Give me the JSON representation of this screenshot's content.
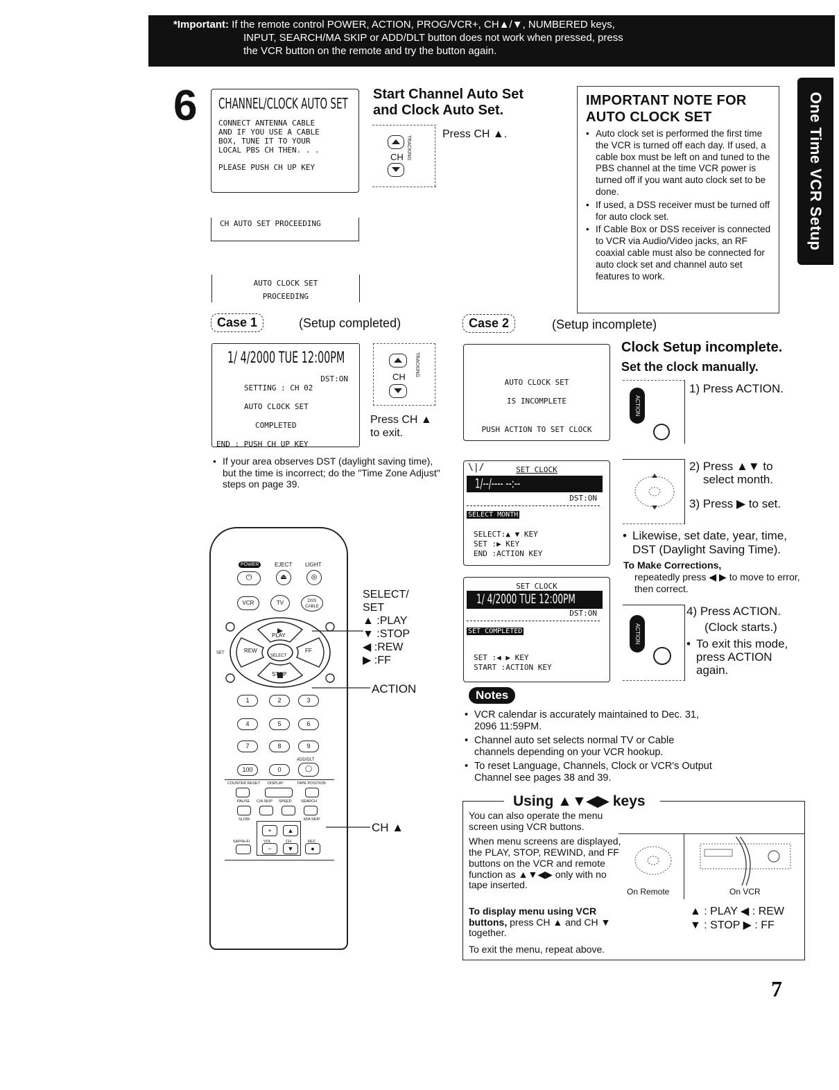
{
  "banner": {
    "label": "*Important:",
    "line1": "If the remote control POWER, ACTION, PROG/VCR+, CH▲/▼, NUMBERED keys,",
    "line2": "INPUT, SEARCH/MA SKIP or ADD/DLT button does not work when pressed, press",
    "line3": "the VCR button on the remote and try the button again."
  },
  "step": {
    "number": "6",
    "screen1": {
      "title": "CHANNEL/CLOCK AUTO SET",
      "line1": "CONNECT ANTENNA CABLE",
      "line2": "AND IF YOU USE A CABLE",
      "line3": "BOX, TUNE IT TO YOUR",
      "line4": "LOCAL PBS CH    THEN. . .",
      "line5": "PLEASE PUSH CH UP KEY"
    },
    "screen2": "CH AUTO SET PROCEEDING",
    "screen3": {
      "line1": "AUTO CLOCK SET",
      "line2": "PROCEEDING"
    },
    "heading1": "Start Channel Auto Set",
    "heading2": "and Clock Auto Set.",
    "press_ch": "Press CH ▲.",
    "ch_label": "CH",
    "tracking_label": "TRACKING"
  },
  "note": {
    "title1": "IMPORTANT NOTE FOR",
    "title2": "AUTO CLOCK SET",
    "items": [
      "Auto clock set is performed the first time the VCR is turned off each day. If used, a cable box must be left on and tuned to the PBS channel at the time VCR power is turned off if you want auto clock set to be done.",
      "If used, a DSS receiver must be turned off for auto clock set.",
      "If Cable Box or DSS receiver is connected to VCR via Audio/Video jacks, an RF coaxial cable must also be connected for auto clock set and channel auto set features to work."
    ]
  },
  "side_tab": "One Time VCR Setup",
  "case1": {
    "label": "Case 1",
    "desc": "(Setup completed)",
    "screen": {
      "date": "1/ 4/2000 TUE 12:00PM",
      "dst": "DST:ON",
      "setting": "SETTING : CH 02",
      "line1": "AUTO CLOCK SET",
      "line2": "COMPLETED",
      "end": "END  : PUSH CH UP KEY"
    },
    "press": "Press CH ▲",
    "press2": "to exit.",
    "dst_note": "If your area observes DST (daylight saving time), but the time is incorrect; do the \"Time Zone Adjust\" steps on page 39."
  },
  "case2": {
    "label": "Case 2",
    "desc": "(Setup incomplete)",
    "screen1": {
      "line1": "AUTO CLOCK SET",
      "line2": "IS INCOMPLETE",
      "line3": "PUSH ACTION TO SET CLOCK"
    },
    "screen2": {
      "title": "SET CLOCK",
      "field": "1/--/----     --:--",
      "dst": "DST:ON",
      "status": "SELECT MONTH",
      "k1": "SELECT:▲ ▼ KEY",
      "k2": "SET    :▶ KEY",
      "k3": "END    :ACTION KEY"
    },
    "screen3": {
      "title": "SET CLOCK",
      "field": "1/ 4/2000 TUE 12:00PM",
      "dst": "DST:ON",
      "status": "SET COMPLETED",
      "k1": "SET    :◀ ▶ KEY",
      "k2": "START :ACTION KEY"
    },
    "heading1": "Clock Setup incomplete.",
    "heading2": "Set the clock manually.",
    "s1": "1) Press ACTION.",
    "s2a": "2) Press ▲▼ to",
    "s2b": "select month.",
    "s3": "3) Press ▶ to set.",
    "likewise": "Likewise, set date, year, time, DST (Daylight Saving Time).",
    "corrections_title": "To Make Corrections,",
    "corrections": "repeatedly press ◀ ▶ to move to error, then correct.",
    "s4a": "4) Press ACTION.",
    "s4b": "(Clock starts.)",
    "s5": "To exit this mode, press ACTION again.",
    "action_label": "ACTION"
  },
  "notes": {
    "label": "Notes",
    "items": [
      "VCR calendar is accurately maintained to Dec. 31, 2096 11:59PM.",
      "Channel auto set selects normal TV or Cable channels depending on your VCR hookup.",
      "To reset Language, Channels, Clock or VCR's Output Channel see pages 38 and 39."
    ]
  },
  "using": {
    "title": "Using ▲▼◀▶ keys",
    "p1": "You can also operate the menu screen using VCR buttons.",
    "p2": "When menu screens are displayed, the PLAY, STOP, REWIND, and FF buttons on the VCR and remote function as ▲▼◀▶ only with no tape inserted.",
    "p3_bold": "To display menu using VCR buttons,",
    "p3": " press CH ▲ and CH ▼ together.",
    "p4": "To exit the menu, repeat above.",
    "on_remote": "On Remote",
    "on_vcr": "On VCR",
    "m1": "▲ : PLAY  ◀ : REW",
    "m2": "▼ : STOP  ▶ : FF"
  },
  "remote": {
    "power": "POWER",
    "eject": "EJECT",
    "light": "LIGHT",
    "vcr": "VCR",
    "tv": "TV",
    "dss": "DSS CABLE",
    "play": "PLAY",
    "stop": "STOP",
    "rew": "REW",
    "ff": "FF",
    "select": "SELECT",
    "set": "SET",
    "add_dlt": "ADD/DLT",
    "counter_reset": "COUNTER RESET",
    "display": "DISPLAY",
    "tape_position": "TAPE POSITION",
    "pause": "PAUSE",
    "ca_skip": "C/A SKIP",
    "speed": "SPEED",
    "search": "SEARCH",
    "slow": "SLOW",
    "ma_skip": "M/A SKIP",
    "sap": "SAP/Hi-Fi",
    "vol": "VOL",
    "ch": "CH",
    "rec": "REC",
    "keys": [
      "1",
      "2",
      "3",
      "4",
      "5",
      "6",
      "7",
      "8",
      "9",
      "100",
      "0"
    ]
  },
  "labels": {
    "select_set1": "SELECT/",
    "select_set2": "SET",
    "play": "▲ :PLAY",
    "stop": "▼ :STOP",
    "rew": "◀ :REW",
    "ff": "▶ :FF",
    "action": "ACTION",
    "ch_up": "CH ▲"
  },
  "page_number": "7"
}
